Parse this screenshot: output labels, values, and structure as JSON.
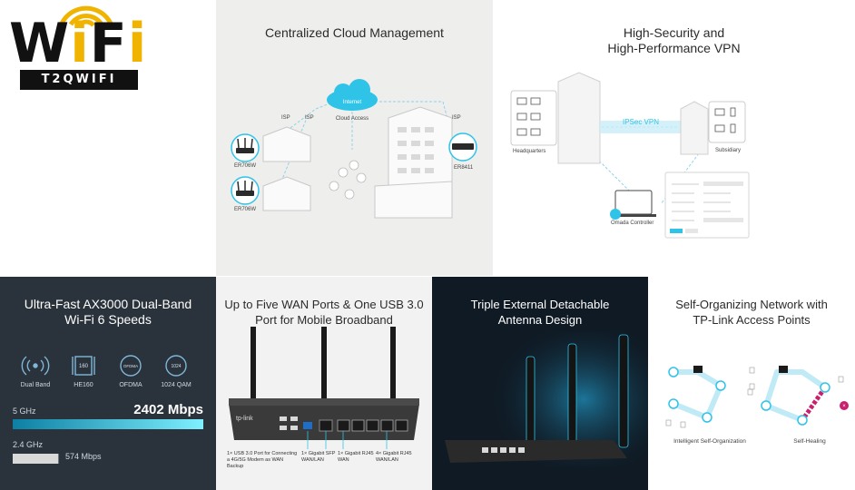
{
  "logo": {
    "word_w": "W",
    "word_i1": "i",
    "word_f": "F",
    "word_i2": "i",
    "subtitle": "T2QWIFI"
  },
  "cloud": {
    "title": "Centralized Cloud Management",
    "cloud_label": "Internet",
    "cloud_access": "Cloud Access",
    "isp": "ISP",
    "router1": "ER706W",
    "router2": "ER706W",
    "router3": "ER8411"
  },
  "vpn": {
    "title_line1": "High-Security and",
    "title_line2": "High-Performance VPN",
    "tunnel": "IPSec VPN",
    "headquarters": "Headquarters",
    "subsidiary": "Subsidiary",
    "controller": "Omada Controller"
  },
  "wifi6": {
    "title_line1": "Ultra-Fast AX3000 Dual-Band",
    "title_line2": "Wi-Fi 6 Speeds",
    "features": [
      {
        "label": "Dual Band",
        "badge": ""
      },
      {
        "label": "HE160",
        "badge": "160"
      },
      {
        "label": "OFDMA",
        "badge": "OFDMA"
      },
      {
        "label": "1024 QAM",
        "badge": "1024"
      }
    ],
    "band5_label": "5 GHz",
    "band5_speed": "2402 Mbps",
    "band24_label": "2.4 GHz",
    "band24_speed": "574 Mbps",
    "band5_fraction": 1.0,
    "band24_fraction": 0.24
  },
  "wan": {
    "title_line1": "Up to Five WAN Ports & One USB 3.0",
    "title_line2": "Port for Mobile Broadband",
    "brand": "tp-link",
    "callout1": "1× USB 3.0 Port for Connecting a 4G/5G Modem as WAN Backup",
    "callout2": "1× Gigabit SFP WAN/LAN",
    "callout3": "1× Gigabit RJ45 WAN",
    "callout4": "4× Gigabit RJ45 WAN/LAN"
  },
  "antenna": {
    "title_line1": "Triple External Detachable",
    "title_line2": "Antenna Design"
  },
  "selforg": {
    "title_line1": "Self-Organizing Network with",
    "title_line2": "TP-Link Access Points",
    "caption1": "Intelligent Self-Organization",
    "caption2": "Self-Healing"
  },
  "colors": {
    "accent_cyan": "#2fc3e8",
    "logo_yellow": "#f0b400",
    "fail_magenta": "#c8206e"
  }
}
